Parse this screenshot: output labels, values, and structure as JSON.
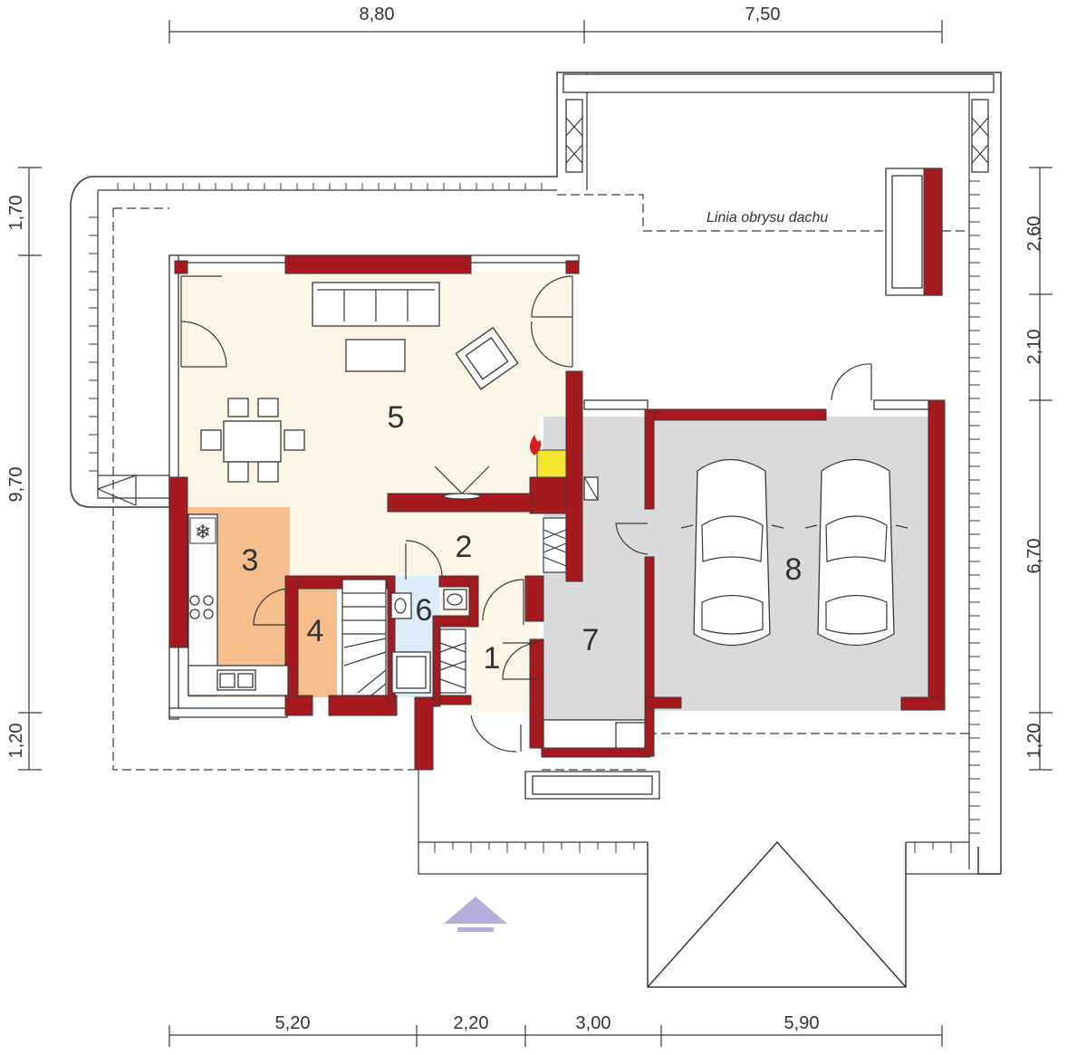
{
  "dimensions": {
    "top": [
      "8,80",
      "7,50"
    ],
    "bottom": [
      "5,20",
      "2,20",
      "3,00",
      "5,90"
    ],
    "left": [
      "1,70",
      "9,70",
      "1,20"
    ],
    "right": [
      "2,60",
      "2,10",
      "6,70",
      "1,20"
    ]
  },
  "rooms": [
    {
      "number": "1",
      "color": "#fbf5e6"
    },
    {
      "number": "2",
      "color": "#fbf5e6"
    },
    {
      "number": "3",
      "color": "#f6be8c"
    },
    {
      "number": "4",
      "color": "#f6be8c"
    },
    {
      "number": "5",
      "color": "#fbf5e6"
    },
    {
      "number": "6",
      "color": "#dcecf8"
    },
    {
      "number": "7",
      "color": "#d9dadb"
    },
    {
      "number": "8",
      "color": "#d9dadb"
    }
  ],
  "roof_outline_label": "Linia obrysu dachu",
  "colors": {
    "wall": "#a6191e",
    "entrance_arrow": "#b3aedb",
    "fireplace": "#f5e630"
  },
  "icons": {
    "entrance": "entrance-arrow-icon",
    "fridge": "snowflake-icon",
    "fireplace": "flame-icon"
  }
}
